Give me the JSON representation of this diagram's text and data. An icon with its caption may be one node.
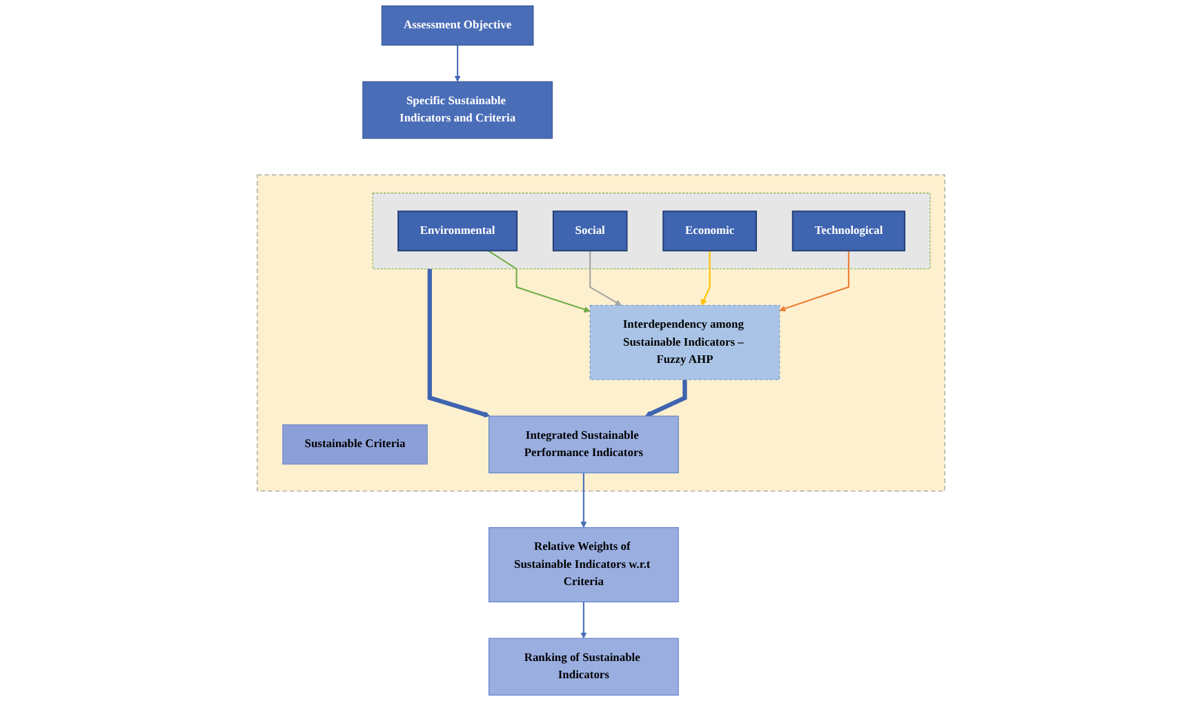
{
  "diagram": {
    "nodes": [
      {
        "text": [
          "Assessment Objective"
        ]
      },
      {
        "text": [
          "Specific Sustainable Indicators and Criteria"
        ]
      },
      {
        "text": [],
        "shape": "box"
      },
      {
        "text": [
          "Sustainable Criteria"
        ],
        "in": 2
      },
      {
        "text": [],
        "shape": "box",
        "in": 2
      },
      {
        "text": [
          "Environmental"
        ],
        "in": 4
      },
      {
        "text": [
          "Social"
        ],
        "in": 4
      },
      {
        "text": [
          "Economic"
        ],
        "in": 4
      },
      {
        "text": [
          "Technological"
        ],
        "in": 4
      },
      {
        "text": [
          "Interdependency among Sustainable Indicators – Fuzzy AHP"
        ],
        "in": 2
      },
      {
        "text": [
          "Integrated Sustainable Performance Indicators"
        ],
        "in": 2
      },
      {
        "text": [
          "Relative Weights of Sustainable Indicators w.r.t Criteria"
        ]
      },
      {
        "text": [
          "Ranking of Sustainable Indicators"
        ]
      }
    ],
    "edges": [
      {
        "from": 0,
        "to": 1,
        "arrow": "to"
      },
      {
        "from": 5,
        "to": 9,
        "arrow": "to",
        "color": "#70ad47"
      },
      {
        "from": 6,
        "to": 9,
        "arrow": "to",
        "color": "#a5a5a5"
      },
      {
        "from": 7,
        "to": 9,
        "arrow": "to",
        "color": "#ffc000"
      },
      {
        "from": 8,
        "to": 9,
        "arrow": "to",
        "color": "#ed7d31"
      },
      {
        "from": 4,
        "to": 10,
        "arrow": "to",
        "style": "thick"
      },
      {
        "from": 9,
        "to": 10,
        "arrow": "to",
        "style": "thick"
      },
      {
        "from": 10,
        "to": 11,
        "arrow": "to"
      },
      {
        "from": 11,
        "to": 12,
        "arrow": "to"
      }
    ]
  }
}
